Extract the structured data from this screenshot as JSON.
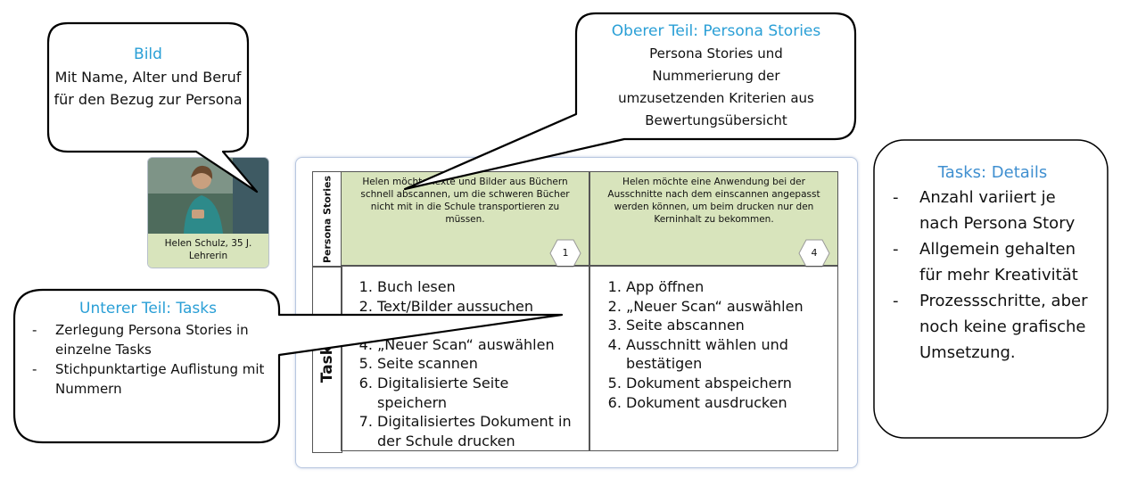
{
  "persona": {
    "caption_line1": "Helen Schulz, 35 J.",
    "caption_line2": "Lehrerin"
  },
  "card": {
    "side_label_stories": "Persona Stories",
    "side_label_tasks": "Tasks",
    "stories": [
      {
        "text": "Helen möchte Texte und Bilder aus Büchern schnell abscannen, um die schweren Bücher nicht mit in die Schule transportieren zu müssen.",
        "number": "1"
      },
      {
        "text": "Helen möchte eine Anwendung bei der Ausschnitte nach dem einscannen angepasst werden können, um beim drucken nur den Kerninhalt zu bekommen.",
        "number": "4"
      }
    ],
    "tasks_left": [
      "Buch lesen",
      "Text/Bilder aussuchen",
      "",
      "„Neuer Scan“ auswählen",
      "Seite scannen",
      "Digitalisierte Seite speichern",
      "Digitalisiertes Dokument in der Schule drucken"
    ],
    "tasks_right": [
      "App öffnen",
      "„Neuer Scan“ auswählen",
      "Seite abscannen",
      "Ausschnitt wählen und bestätigen",
      "Dokument abspeichern",
      "Dokument ausdrucken"
    ]
  },
  "callout_bild": {
    "title": "Bild",
    "text": "Mit Name, Alter und Beruf für den Bezug zur Persona"
  },
  "callout_oberer": {
    "title": "Oberer Teil: Persona Stories",
    "text": "Persona Stories und Nummerierung der umzusetzenden Kriterien aus Bewertungsübersicht"
  },
  "callout_unterer": {
    "title": "Unterer Teil: Tasks",
    "items": [
      "Zerlegung Persona Stories in einzelne Tasks",
      "Stichpunktartige Auflistung mit Nummern"
    ]
  },
  "callout_details": {
    "title": "Tasks: Details",
    "items": [
      "Anzahl variiert je nach Persona Story",
      "Allgemein gehalten für mehr Kreativität",
      "Prozessschritte, aber noch keine grafische Umsetzung."
    ]
  },
  "colors": {
    "story_bg": "#d8e4bc",
    "title_blue": "#2a9fd6",
    "card_border": "#b8c7e0"
  }
}
